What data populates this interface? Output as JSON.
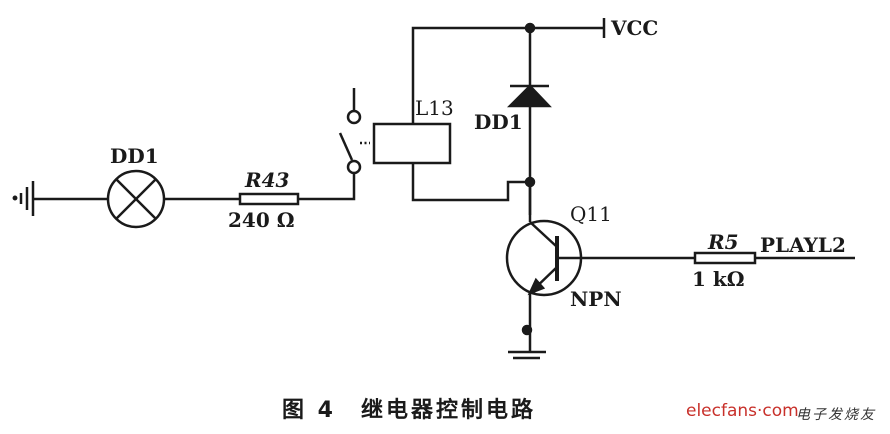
{
  "labels": {
    "lamp": "DD1",
    "r43_name": "R43",
    "r43_value": "240 Ω",
    "relay": "L13",
    "diode": "DD1",
    "vcc": "VCC",
    "transistor": "Q11",
    "transistor_type": "NPN",
    "r5_name": "R5",
    "r5_value": "1 kΩ",
    "input": "PLAYL2"
  },
  "caption": "图 4　继电器控制电路",
  "watermark": {
    "site": "elecfans·com",
    "name": "电子发烧友"
  },
  "colors": {
    "ink": "#1a1a1a",
    "watermark": "#c8302a"
  }
}
